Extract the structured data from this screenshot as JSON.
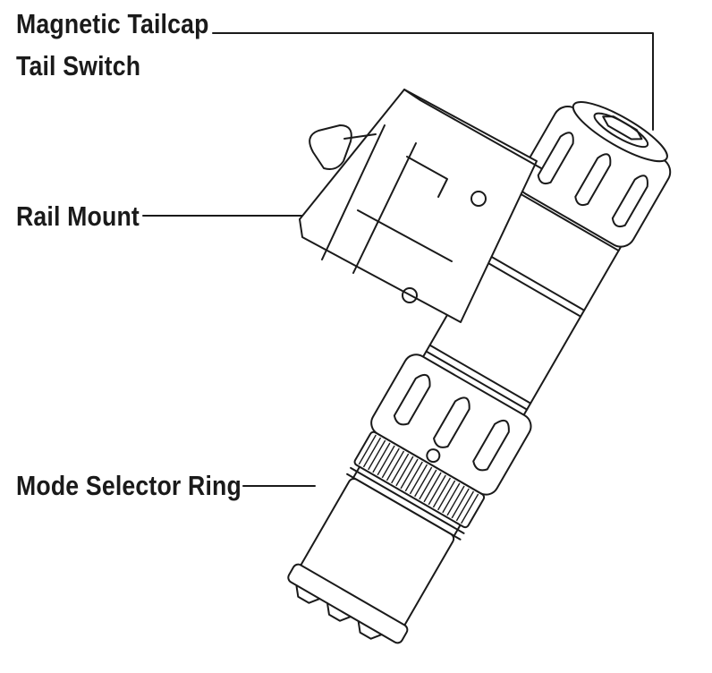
{
  "labels": {
    "magnetic_tailcap": "Magnetic Tailcap",
    "tail_switch": "Tail Switch",
    "rail_mount": "Rail Mount",
    "mode_selector_ring": "Mode Selector Ring"
  },
  "colors": {
    "ink": "#1a1a1a",
    "background": "#ffffff"
  }
}
